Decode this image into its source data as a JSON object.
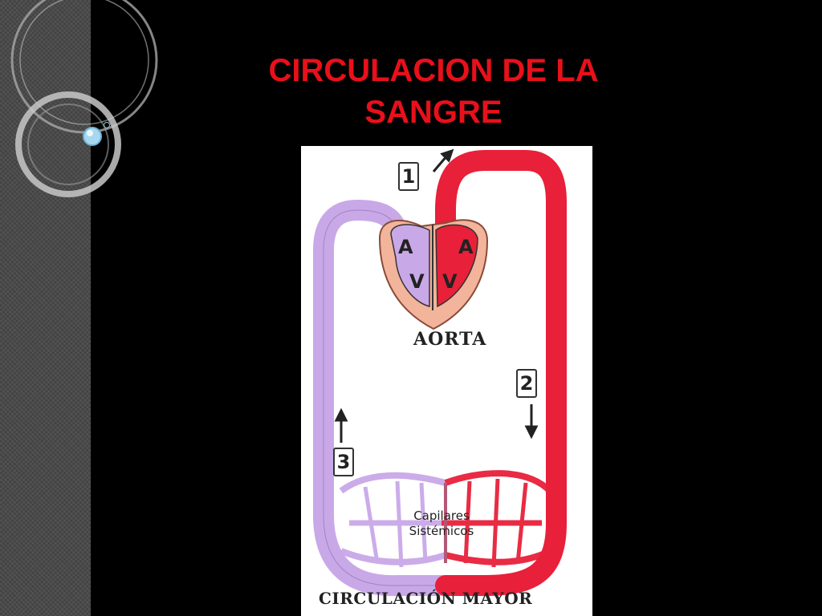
{
  "slide": {
    "title_line1": "CIRCULACION DE LA",
    "title_line2": "SANGRE",
    "title_color": "#e8101a"
  },
  "diagram": {
    "heart": {
      "left_atrium_label": "A",
      "left_ventricle_label": "V",
      "right_atrium_label": "A",
      "right_ventricle_label": "V"
    },
    "aorta_label": "AORTA",
    "steps": [
      "1",
      "2",
      "3"
    ],
    "capillaries_line1": "Capilares",
    "capillaries_line2": "Sistémicos",
    "caption": "CIRCULACIÓN MAYOR",
    "colors": {
      "oxygenated": "#e8203a",
      "deoxygenated": "#c9a8e8",
      "heart_tissue": "#f2b49a"
    }
  }
}
